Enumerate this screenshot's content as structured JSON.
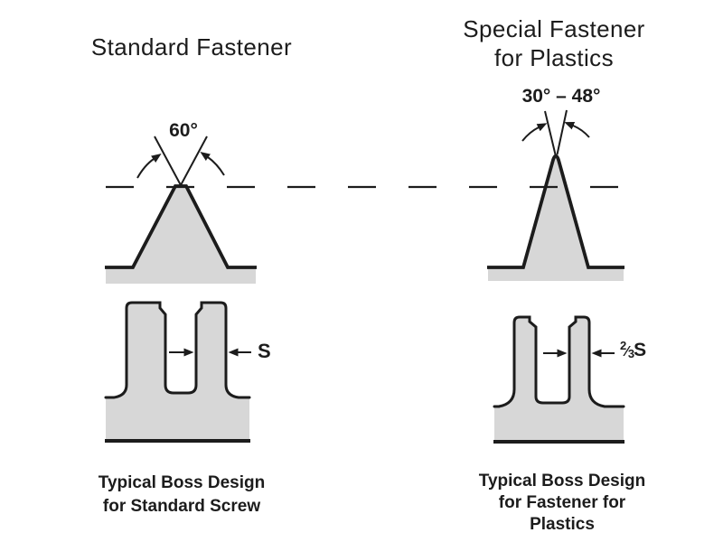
{
  "diagram": {
    "left": {
      "title": "Standard Fastener",
      "thread_angle": "60°",
      "wall_thickness": "S",
      "caption_line1": "Typical Boss Design",
      "caption_line2": "for Standard Screw"
    },
    "right": {
      "title_line1": "Special Fastener",
      "title_line2": "for Plastics",
      "thread_angle": "30° – 48°",
      "wall_thickness": {
        "numerator": "2",
        "slash": "⁄",
        "denominator": "3",
        "suffix": "S"
      },
      "caption_line1": "Typical Boss Design",
      "caption_line2": "for Fastener for",
      "caption_line3": "Plastics"
    },
    "colors": {
      "material_fill": "#d7d7d7",
      "line": "#1c1c1c",
      "background": "#ffffff"
    }
  }
}
